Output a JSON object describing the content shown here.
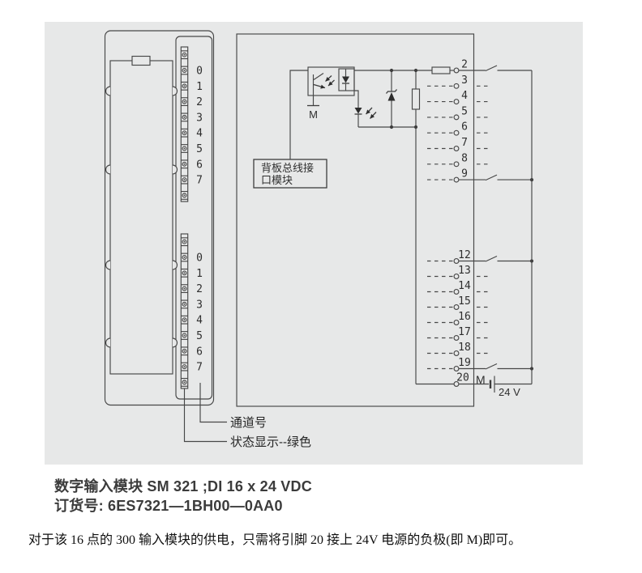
{
  "module": {
    "led_groups": [
      {
        "labels": [
          "0",
          "1",
          "2",
          "3",
          "4",
          "5",
          "6",
          "7"
        ]
      },
      {
        "labels": [
          "0",
          "1",
          "2",
          "3",
          "4",
          "5",
          "6",
          "7"
        ]
      }
    ],
    "callouts": {
      "channel": "通道号",
      "status": "状态显示--绿色"
    }
  },
  "circuit": {
    "backplane_box": {
      "line1": "背板总线接",
      "line2": "口模块"
    },
    "opto_ground_label": "M",
    "terminals_top": [
      "2",
      "3",
      "4",
      "5",
      "6",
      "7",
      "8",
      "9"
    ],
    "terminals_bottom": [
      "12",
      "13",
      "14",
      "15",
      "16",
      "17",
      "18",
      "19"
    ],
    "terminal_m": {
      "number": "20",
      "label": "M"
    },
    "power_label": "24 V"
  },
  "caption": {
    "line1": "数字输入模块 SM 321 ;DI 16 x 24 VDC",
    "line2": "订货号: 6ES7321—1BH00—0AA0"
  },
  "footer": "对于该 16 点的 300 输入模块的供电，只需将引脚 20 接上 24V 电源的负极(即 M)即可。",
  "colors": {
    "scan_bg": "#e7e8e8",
    "line": "#474747",
    "text": "#2e2e2e"
  }
}
